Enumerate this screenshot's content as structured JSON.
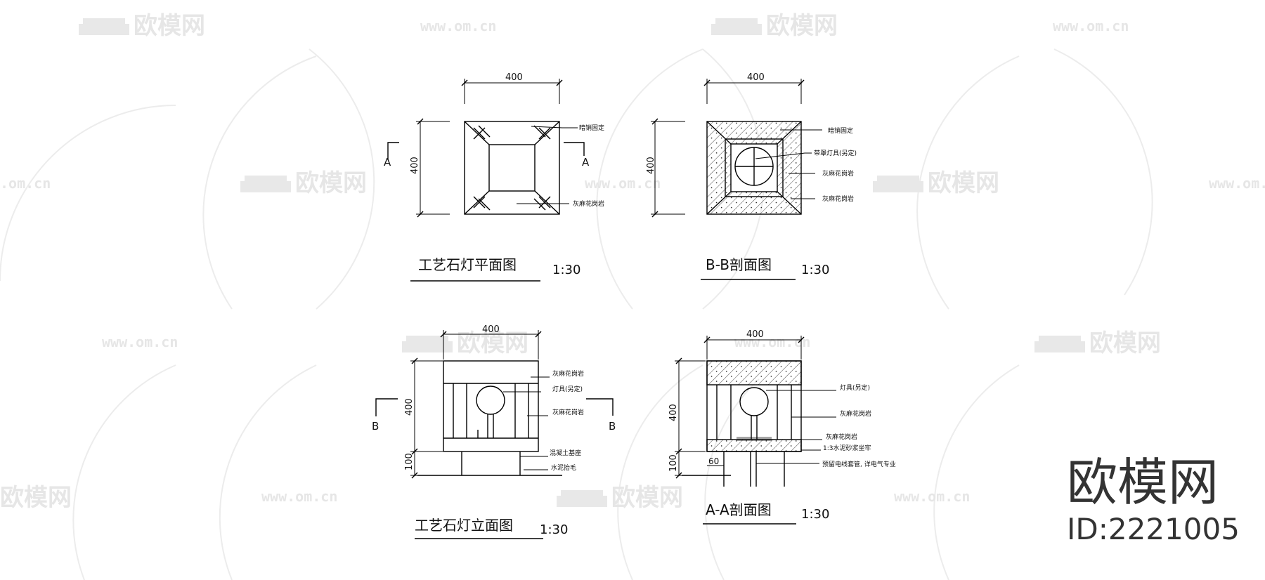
{
  "watermark": {
    "brand_text": "欧模网",
    "url_text": "www.om.cn",
    "url_partial": ".om.cn"
  },
  "brand": {
    "logo_text": "欧模网",
    "id_text": "ID:2221005"
  },
  "plan_view": {
    "title": "工艺石灯平面图",
    "scale": "1:30",
    "dim_top": "400",
    "dim_left": "400",
    "section_left": "A",
    "section_right": "A",
    "note_1": "暗销固定",
    "note_2": "灰麻花岗岩"
  },
  "section_bb": {
    "title": "B-B剖面图",
    "scale": "1:30",
    "dim_top": "400",
    "dim_left": "400",
    "note_1": "暗销固定",
    "note_2": "带罩灯具(另定)",
    "note_3": "灰麻花岗岩",
    "note_4": "灰麻花岗岩"
  },
  "elevation": {
    "title": "工艺石灯立面图",
    "scale": "1:30",
    "dim_top": "400",
    "dim_left_upper": "400",
    "dim_left_lower": "100",
    "section_left": "B",
    "section_right": "B",
    "note_1": "灰麻花岗岩",
    "note_2": "灯具(另定)",
    "note_3": "灰麻花岗岩",
    "note_4": "混凝土基座",
    "note_5": "水泥抬毛"
  },
  "section_aa": {
    "title": "A-A剖面图",
    "scale": "1:30",
    "dim_top": "400",
    "dim_left_upper": "400",
    "dim_left_lower": "100",
    "dim_bottom": "60",
    "note_1": "灯具(另定)",
    "note_2": "灰麻花岗岩",
    "note_3": "灰麻花岗岩",
    "note_4": "1:3水泥砂浆坐牢",
    "note_5": "预留电线套管, 详电气专业"
  }
}
